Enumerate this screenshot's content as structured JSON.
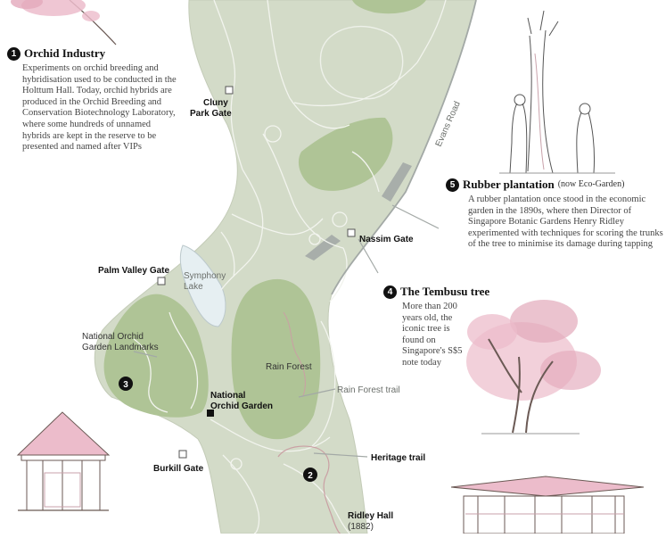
{
  "points": [
    {
      "number": "1",
      "title": "Orchid Industry",
      "text": "Experiments on orchid breeding and hybridisation used to be conducted in the Holttum Hall. Today, orchid hybrids are produced in the Orchid Breeding and Conservation Biotechnology Laboratory, where some hundreds of unnamed hybrids are kept in the reserve to be presented and named after VIPs"
    },
    {
      "number": "2"
    },
    {
      "number": "3"
    },
    {
      "number": "4",
      "title": "The Tembusu tree",
      "text": "More than 200 years old, the iconic tree is found on Singapore's S$5 note today"
    },
    {
      "number": "5",
      "title": "Rubber plantation",
      "subtitle": "(now Eco-Garden)",
      "text": "A rubber plantation once stood in the economic garden in the 1890s, where then Director of Singapore Botanic Gardens Henry Ridley experimented with techniques for scoring the trunks of the tree to minimise its damage during tapping"
    }
  ],
  "map": {
    "gates": {
      "cluny_l1": "Cluny",
      "cluny_l2": "Park Gate",
      "nassim": "Nassim Gate",
      "palm_valley": "Palm Valley Gate",
      "burkill": "Burkill Gate"
    },
    "places": {
      "symphony_l1": "Symphony",
      "symphony_l2": "Lake",
      "noglandmarks_l1": "National Orchid",
      "noglandmarks_l2": "Garden Landmarks",
      "nog_l1": "National",
      "nog_l2": "Orchid Garden",
      "rain_forest": "Rain Forest",
      "rain_forest_trail": "Rain Forest trail",
      "heritage_trail": "Heritage trail",
      "ridley_hall": "Ridley Hall",
      "ridley_year": "(1882)",
      "evans_road": "Evans Road"
    }
  },
  "colors": {
    "park": "#d3dbc8",
    "forest": "#afc496",
    "lake": "#e6eff2",
    "road": "#a3a9a6",
    "blossom": "#ecbccb"
  }
}
